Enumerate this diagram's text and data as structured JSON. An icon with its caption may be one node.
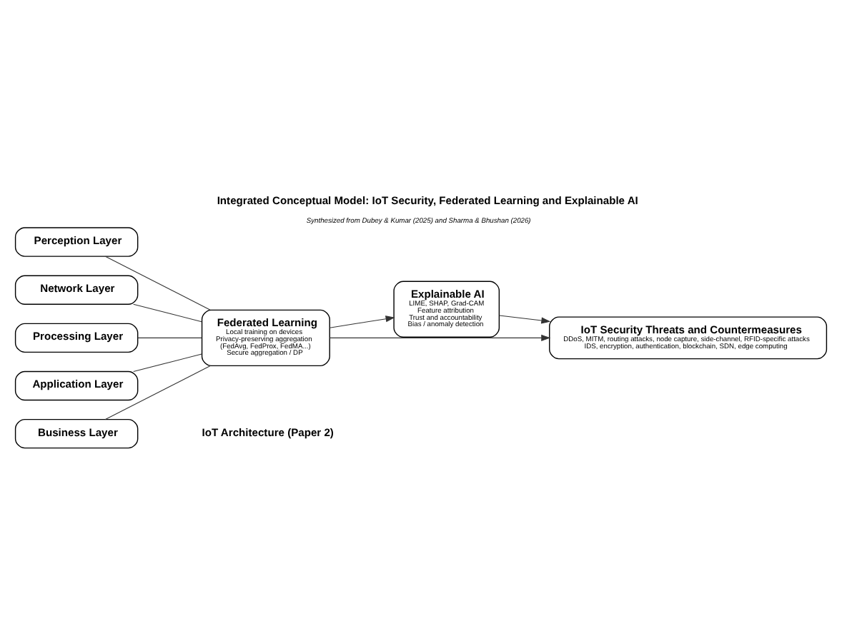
{
  "diagram": {
    "title": "Integrated Conceptual Model: IoT Security, Federated Learning and Explainable AI",
    "caption": "Synthesized from Dubey & Kumar (2025) and Sharma & Bhushan (2026)",
    "nodes": [
      {
        "text": [
          "Perception Layer"
        ]
      },
      {
        "text": [
          "Network Layer"
        ]
      },
      {
        "text": [
          "Processing Layer"
        ]
      },
      {
        "text": [
          "Application Layer"
        ]
      },
      {
        "text": [
          "Business Layer"
        ]
      },
      {
        "text": [
          "Federated Learning",
          "Local training on devices",
          "Privacy-preserving aggregation",
          "(FedAvg, FedProx, FedMA...)",
          "Secure aggregation / DP"
        ]
      },
      {
        "text": [
          "Explainable AI",
          "LIME, SHAP, Grad-CAM",
          "Feature attribution",
          "Trust and accountability",
          "Bias / anomaly detection"
        ]
      },
      {
        "text": [
          "IoT Security Threats and Countermeasures",
          "DDoS, MITM, routing attacks, node capture, side-channel, RFID-specific attacks",
          "IDS, encryption, authentication, blockchain, SDN, edge computing"
        ]
      }
    ],
    "edges": [
      {
        "from": 0,
        "to": 5,
        "arrow": "none"
      },
      {
        "from": 1,
        "to": 5,
        "arrow": "none"
      },
      {
        "from": 2,
        "to": 5,
        "arrow": "none"
      },
      {
        "from": 3,
        "to": 5,
        "arrow": "none"
      },
      {
        "from": 4,
        "to": 5,
        "arrow": "none"
      },
      {
        "from": 5,
        "to": 6,
        "arrow": "to"
      },
      {
        "from": 5,
        "to": 7,
        "arrow": "to"
      },
      {
        "from": 6,
        "to": 7,
        "arrow": "to"
      }
    ],
    "labels": [
      "IoT Architecture (Paper 2)"
    ]
  }
}
